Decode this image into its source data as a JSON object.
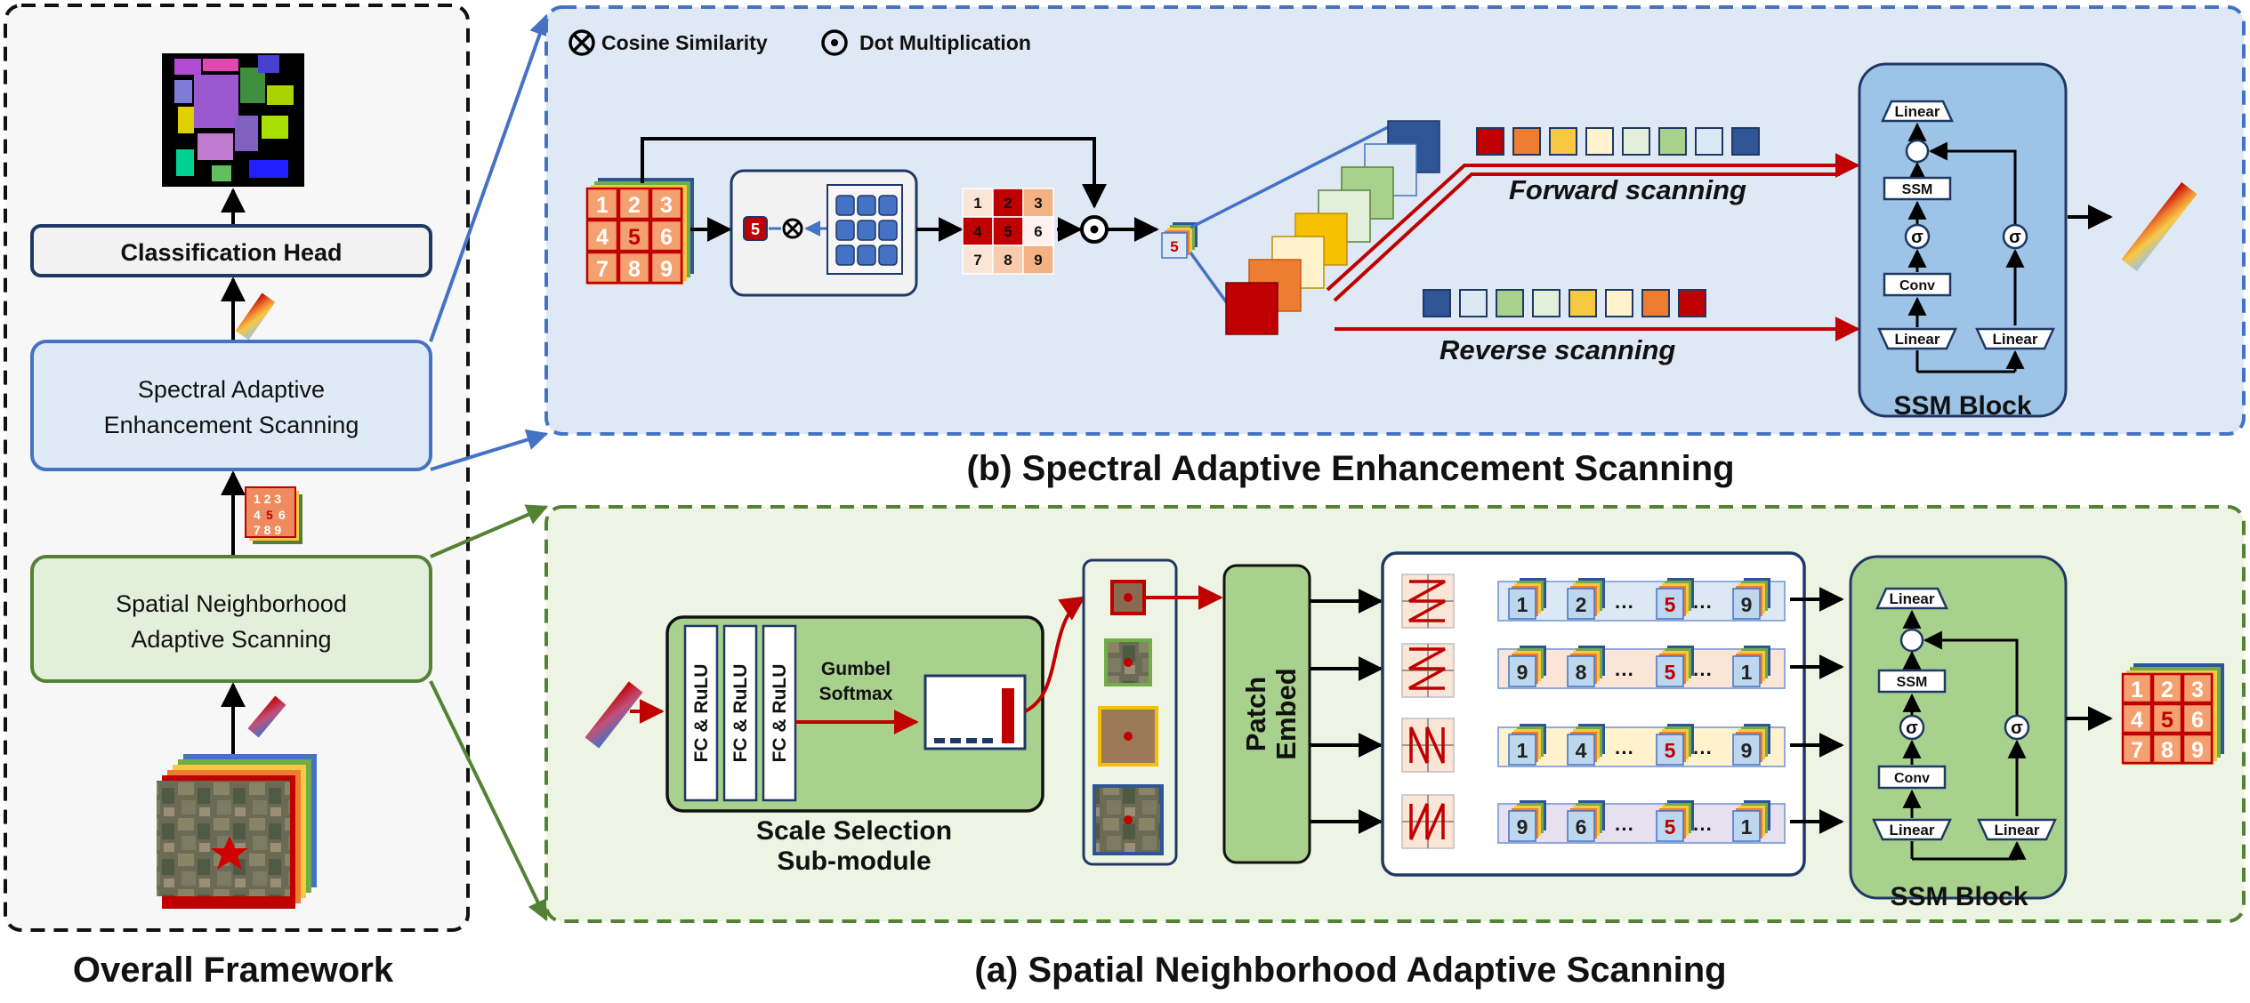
{
  "overall": {
    "title": "Overall Framework",
    "classification_head": "Classification Head",
    "saes_line1": "Spectral Adaptive",
    "saes_line2": "Enhancement Scanning",
    "snas_line1": "Spatial Neighborhood",
    "snas_line2": "Adaptive Scanning"
  },
  "panel_b": {
    "caption": "(b) Spectral Adaptive Enhancement Scanning",
    "legend_cosine": "Cosine Similarity",
    "legend_dot": "Dot Multiplication",
    "forward": "Forward  scanning",
    "reverse": "Reverse scanning",
    "grid_numbers": [
      "1",
      "2",
      "3",
      "4",
      "5",
      "6",
      "7",
      "8",
      "9"
    ],
    "weight_numbers": [
      "1",
      "2",
      "3",
      "4",
      "5",
      "6",
      "7",
      "8",
      "9"
    ],
    "center": "5",
    "ssm": {
      "linear_top": "Linear",
      "ssm": "SSM",
      "sigma1": "σ",
      "sigma2": "σ",
      "conv": "Conv",
      "linear_left": "Linear",
      "linear_right": "Linear",
      "block": "SSM Block"
    },
    "forward_colors": [
      "#c00000",
      "#ed7d31",
      "#f7c843",
      "#fff2cc",
      "#e2efda",
      "#a9d18e",
      "#dde8f5",
      "#2f5597"
    ],
    "reverse_colors": [
      "#2f5597",
      "#dde8f5",
      "#a9d18e",
      "#e2efda",
      "#f7c843",
      "#fff2cc",
      "#ed7d31",
      "#c00000"
    ]
  },
  "panel_a": {
    "caption": "(a) Spatial Neighborhood Adaptive Scanning",
    "fc": "FC & RuLU",
    "gumbel1": "Gumbel",
    "gumbel2": "Softmax",
    "scale1": "Scale Selection",
    "scale2": "Sub-module",
    "patch1": "Patch",
    "patch2": "Embed",
    "sequences": [
      {
        "a": "1",
        "b": "2",
        "c": "5",
        "d": "9",
        "fill": "#dde8f5"
      },
      {
        "a": "9",
        "b": "8",
        "c": "5",
        "d": "1",
        "fill": "#fbe5d6"
      },
      {
        "a": "1",
        "b": "4",
        "c": "5",
        "d": "9",
        "fill": "#fff2cc"
      },
      {
        "a": "9",
        "b": "6",
        "c": "5",
        "d": "1",
        "fill": "#e6e0f0"
      }
    ],
    "ellipsis": "···",
    "ssm": {
      "linear_top": "Linear",
      "ssm": "SSM",
      "sigma1": "σ",
      "sigma2": "σ",
      "conv": "Conv",
      "linear_left": "Linear",
      "linear_right": "Linear",
      "block": "SSM Block"
    },
    "out_numbers": [
      "1",
      "2",
      "3",
      "4",
      "5",
      "6",
      "7",
      "8",
      "9"
    ]
  },
  "colors": {
    "panel_b_bg": "#dfe9f5",
    "panel_b_border": "#4472c4",
    "panel_a_bg": "#eef4e3",
    "panel_a_border": "#548235",
    "ssm_b_fill": "#9dc3e6",
    "ssm_a_fill": "#a9d18e",
    "red": "#c00000"
  }
}
